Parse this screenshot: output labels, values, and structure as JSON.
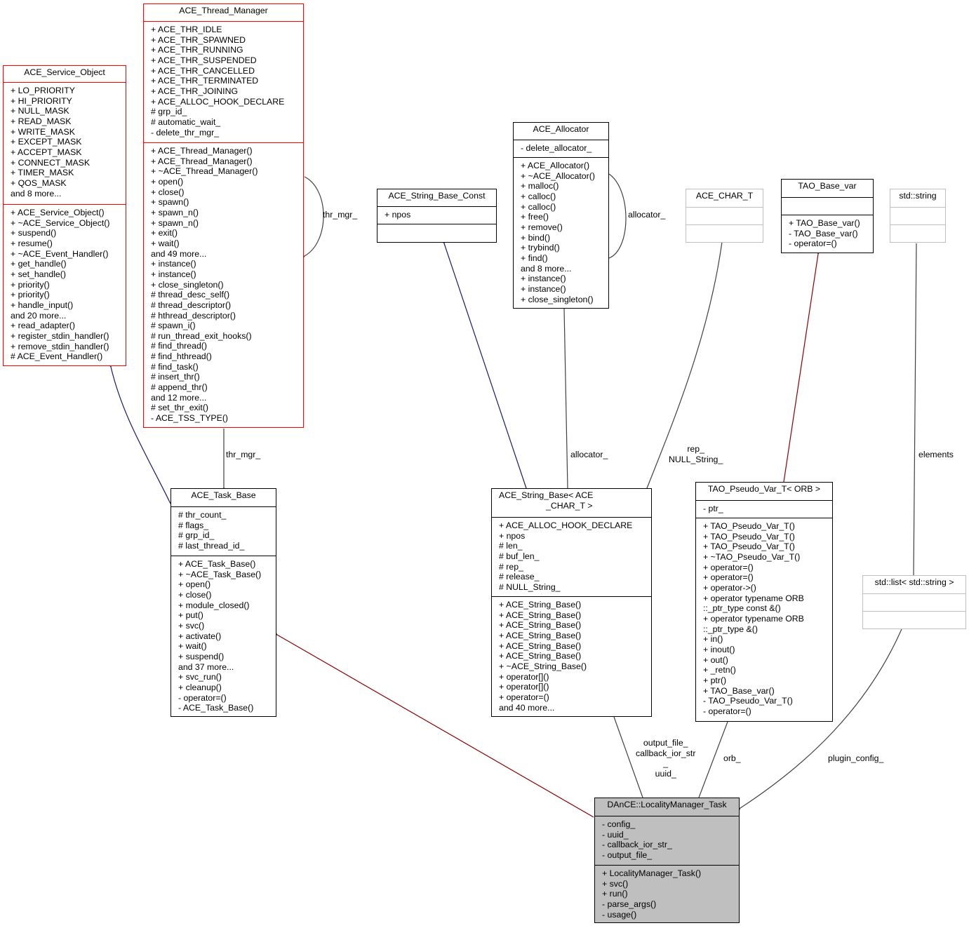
{
  "diagram_type": "doxygen-collaboration-graph",
  "classes": {
    "service_object": {
      "name": "ACE_Service_Object",
      "attributes": [
        "+ LO_PRIORITY",
        "+ HI_PRIORITY",
        "+ NULL_MASK",
        "+ READ_MASK",
        "+ WRITE_MASK",
        "+ EXCEPT_MASK",
        "+ ACCEPT_MASK",
        "+ CONNECT_MASK",
        "+ TIMER_MASK",
        "+ QOS_MASK",
        "and 8 more..."
      ],
      "methods": [
        "+ ACE_Service_Object()",
        "+ ~ACE_Service_Object()",
        "+ suspend()",
        "+ resume()",
        "+ ~ACE_Event_Handler()",
        "+ get_handle()",
        "+ set_handle()",
        "+ priority()",
        "+ priority()",
        "+ handle_input()",
        "and 20 more...",
        "+ read_adapter()",
        "+ register_stdin_handler()",
        "+ remove_stdin_handler()",
        "# ACE_Event_Handler()"
      ]
    },
    "thread_manager": {
      "name": "ACE_Thread_Manager",
      "attributes": [
        "+ ACE_THR_IDLE",
        "+ ACE_THR_SPAWNED",
        "+ ACE_THR_RUNNING",
        "+ ACE_THR_SUSPENDED",
        "+ ACE_THR_CANCELLED",
        "+ ACE_THR_TERMINATED",
        "+ ACE_THR_JOINING",
        "+ ACE_ALLOC_HOOK_DECLARE",
        "# grp_id_",
        "# automatic_wait_",
        "- delete_thr_mgr_"
      ],
      "methods": [
        "+ ACE_Thread_Manager()",
        "+ ACE_Thread_Manager()",
        "+ ~ACE_Thread_Manager()",
        "+ open()",
        "+ close()",
        "+ spawn()",
        "+ spawn_n()",
        "+ spawn_n()",
        "+ exit()",
        "+ wait()",
        "and 49 more...",
        "+ instance()",
        "+ instance()",
        "+ close_singleton()",
        "# thread_desc_self()",
        "# thread_descriptor()",
        "# hthread_descriptor()",
        "# spawn_i()",
        "# run_thread_exit_hooks()",
        "# find_thread()",
        "# find_hthread()",
        "# find_task()",
        "# insert_thr()",
        "# append_thr()",
        "and 12 more...",
        "# set_thr_exit()",
        "- ACE_TSS_TYPE()"
      ]
    },
    "string_base_const": {
      "name": "ACE_String_Base_Const",
      "attributes": [
        "+ npos"
      ],
      "methods": []
    },
    "allocator": {
      "name": "ACE_Allocator",
      "attributes": [
        "- delete_allocator_"
      ],
      "methods": [
        "+ ACE_Allocator()",
        "+ ~ACE_Allocator()",
        "+ malloc()",
        "+ calloc()",
        "+ calloc()",
        "+ free()",
        "+ remove()",
        "+ bind()",
        "+ trybind()",
        "+ find()",
        "and 8 more...",
        "+ instance()",
        "+ instance()",
        "+ close_singleton()"
      ]
    },
    "char_t": {
      "name": "ACE_CHAR_T",
      "attributes": [],
      "methods": []
    },
    "tao_base_var": {
      "name": "TAO_Base_var",
      "attributes": [],
      "methods": [
        "+ TAO_Base_var()",
        "- TAO_Base_var()",
        "- operator=()"
      ]
    },
    "std_string": {
      "name": "std::string",
      "attributes": [],
      "methods": []
    },
    "task_base": {
      "name": "ACE_Task_Base",
      "attributes": [
        "# thr_count_",
        "# flags_",
        "# grp_id_",
        "# last_thread_id_"
      ],
      "methods": [
        "+ ACE_Task_Base()",
        "+ ~ACE_Task_Base()",
        "+ open()",
        "+ close()",
        "+ module_closed()",
        "+ put()",
        "+ svc()",
        "+ activate()",
        "+ wait()",
        "+ suspend()",
        "and 37 more...",
        "+ svc_run()",
        "+ cleanup()",
        "- operator=()",
        "- ACE_Task_Base()"
      ]
    },
    "string_base": {
      "name_line1": "ACE_String_Base< ACE",
      "name_line2": "_CHAR_T >",
      "attributes": [
        "+ ACE_ALLOC_HOOK_DECLARE",
        "+ npos",
        "# len_",
        "# buf_len_",
        "# rep_",
        "# release_",
        "# NULL_String_"
      ],
      "methods": [
        "+ ACE_String_Base()",
        "+ ACE_String_Base()",
        "+ ACE_String_Base()",
        "+ ACE_String_Base()",
        "+ ACE_String_Base()",
        "+ ACE_String_Base()",
        "+ ~ACE_String_Base()",
        "+ operator[]()",
        "+ operator[]()",
        "+ operator=()",
        "and 40 more..."
      ]
    },
    "pseudo_var": {
      "name": "TAO_Pseudo_Var_T< ORB >",
      "attributes": [
        "- ptr_"
      ],
      "methods": [
        "+ TAO_Pseudo_Var_T()",
        "+ TAO_Pseudo_Var_T()",
        "+ TAO_Pseudo_Var_T()",
        "+ ~TAO_Pseudo_Var_T()",
        "+ operator=()",
        "+ operator=()",
        "+ operator->()",
        "+ operator typename ORB",
        "::_ptr_type const &()",
        "+ operator typename ORB",
        "::_ptr_type &()",
        "+ in()",
        "+ inout()",
        "+ out()",
        "+ _retn()",
        "+ ptr()",
        "+ TAO_Base_var()",
        "- TAO_Pseudo_Var_T()",
        "- operator=()"
      ]
    },
    "std_list": {
      "name": "std::list< std::string >",
      "attributes": [],
      "methods": []
    },
    "locality_task": {
      "name": "DAnCE::LocalityManager_Task",
      "attributes": [
        "- config_",
        "- uuid_",
        "- callback_ior_str_",
        "- output_file_"
      ],
      "methods": [
        "+ LocalityManager_Task()",
        "+ svc()",
        "+ run()",
        "- parse_args()",
        "- usage()"
      ]
    }
  },
  "edge_labels": {
    "thr_mgr_self": "thr_mgr_",
    "thr_mgr": "thr_mgr_",
    "allocator_self": "allocator_",
    "allocator": "allocator_",
    "rep_line1": "rep_",
    "rep_line2": "NULL_String_",
    "elements": "elements",
    "string_members_line1": "output_file_",
    "string_members_line2": "callback_ior_str",
    "string_members_line3": "_",
    "string_members_line4": "uuid_",
    "orb": "orb_",
    "plugin_config": "plugin_config_"
  },
  "colors": {
    "public_inheritance": "#191970",
    "protected_inheritance": "#8b0000",
    "usage": "#404040",
    "truncated_border": "#ff0000",
    "undocumented_border": "#bfbfbf",
    "focus_fill": "#bfbfbf"
  }
}
